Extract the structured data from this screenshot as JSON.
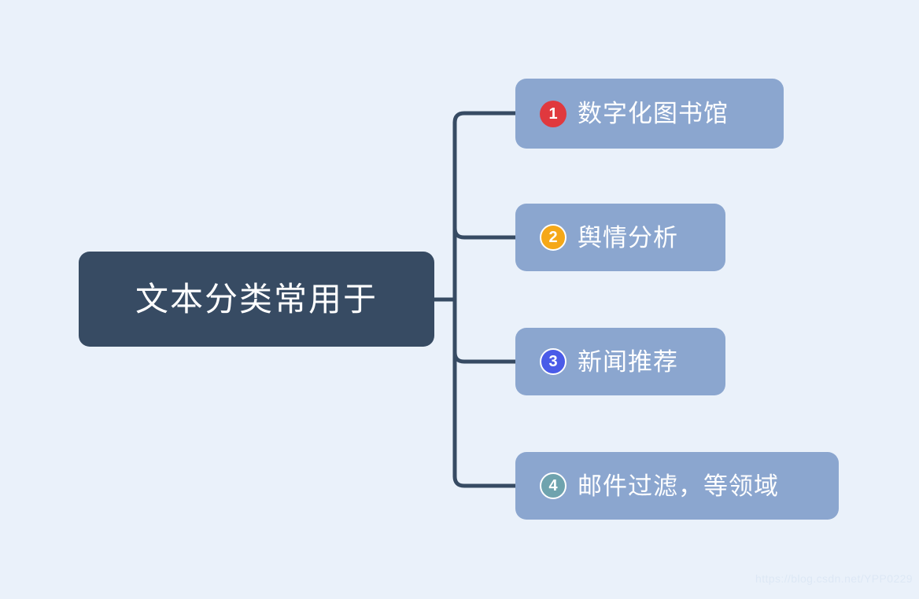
{
  "diagram": {
    "type": "mind-map",
    "background_color": "#eaf1fa",
    "connector_color": "#374b63",
    "root": {
      "label": "文本分类常用于",
      "background_color": "#374b63",
      "text_color": "#ffffff"
    },
    "branches": [
      {
        "index": "1",
        "badge_glyph": "1",
        "badge_color": "#e0393e",
        "badge_style": "filled",
        "label": "数字化图书馆",
        "background_color": "#8ba6cf",
        "text_color": "#ffffff"
      },
      {
        "index": "2",
        "badge_glyph": "2",
        "badge_color": "#f5a818",
        "badge_style": "ring",
        "label": "舆情分析",
        "background_color": "#8ba6cf",
        "text_color": "#ffffff"
      },
      {
        "index": "3",
        "badge_glyph": "3",
        "badge_color": "#4a5be8",
        "badge_style": "ring",
        "label": "新闻推荐",
        "background_color": "#8ba6cf",
        "text_color": "#ffffff"
      },
      {
        "index": "4",
        "badge_glyph": "4",
        "badge_color": "#6fa3ae",
        "badge_style": "ring",
        "label": "邮件过滤，等领域",
        "background_color": "#8ba6cf",
        "text_color": "#ffffff"
      }
    ]
  },
  "watermark": {
    "text": "https://blog.csdn.net/YPP0229"
  }
}
